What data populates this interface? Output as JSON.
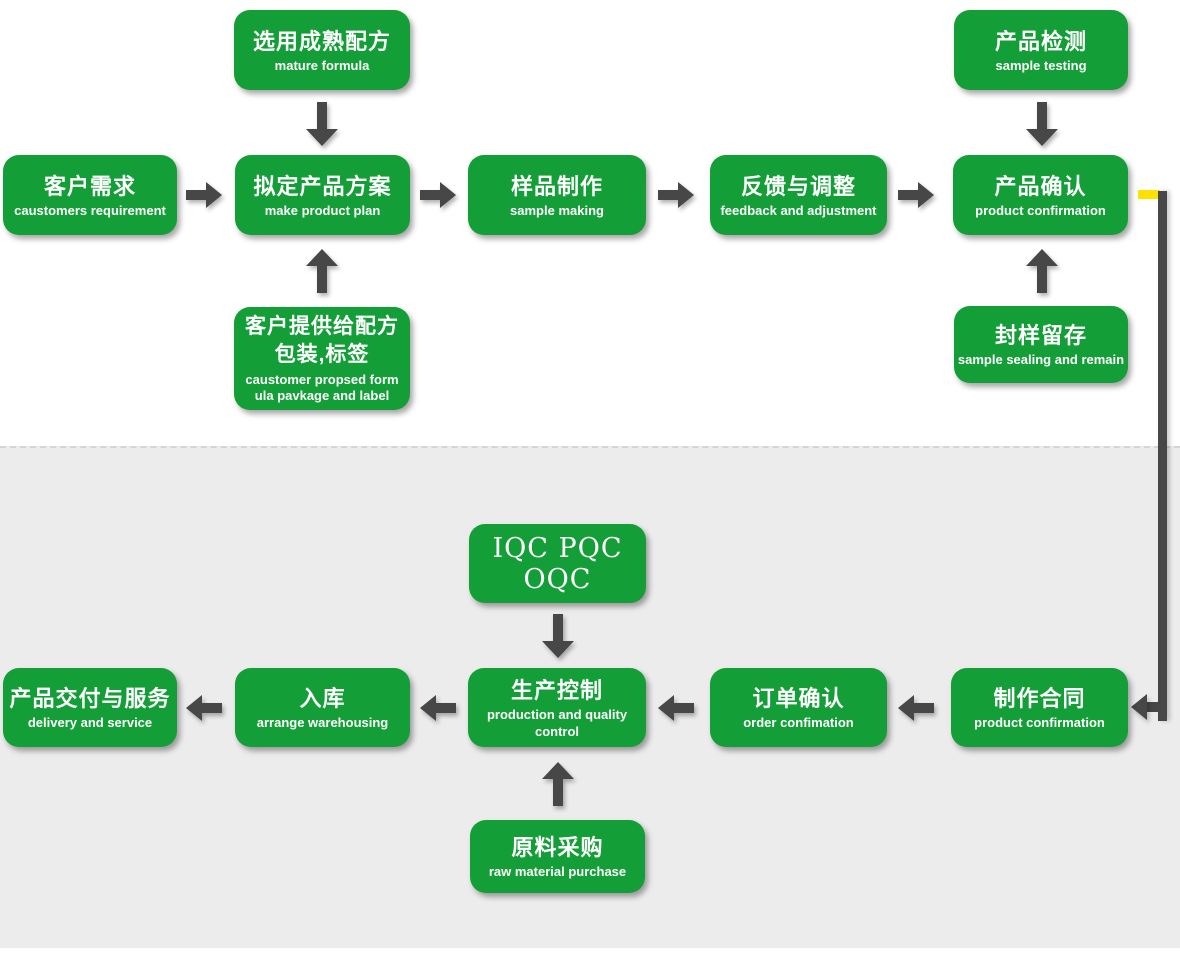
{
  "palette": {
    "green": "#149e38",
    "arrow": "#474747",
    "yellow": "#ffe100",
    "panel": "#ececec"
  },
  "icons": {
    "flow_arrow_right": "block-arrow-right",
    "flow_arrow_left": "block-arrow-left",
    "flow_arrow_down": "block-arrow-down",
    "flow_arrow_up": "block-arrow-up",
    "side_connector": "elbow-arrow-left",
    "highlight_tick": "yellow-dash"
  },
  "nodes": {
    "mature_formula": {
      "zh": "选用成熟配方",
      "en": "mature formula"
    },
    "sample_testing": {
      "zh": "产品检测",
      "en": "sample testing"
    },
    "customer_requirement": {
      "zh": "客户需求",
      "en": "caustomers requirement"
    },
    "product_plan": {
      "zh": "拟定产品方案",
      "en": "make product plan"
    },
    "sample_making": {
      "zh": "样品制作",
      "en": "sample making"
    },
    "feedback_adjustment": {
      "zh": "反馈与调整",
      "en": "feedback and adjustment"
    },
    "product_confirmation": {
      "zh": "产品确认",
      "en": "product confirmation"
    },
    "customer_formula": {
      "zh_line1": "客户提供给配方",
      "zh_line2": "包装,标签",
      "en_line1": "caustomer propsed form",
      "en_line2": "ula pavkage and label"
    },
    "sample_sealing": {
      "zh": "封样留存",
      "en": "sample sealing and remain"
    },
    "iqc": {
      "label": "IQC PQC OQC"
    },
    "delivery_service": {
      "zh": "产品交付与服务",
      "en": "delivery and service"
    },
    "warehousing": {
      "zh": "入库",
      "en": "arrange warehousing"
    },
    "production_control": {
      "zh": "生产控制",
      "en": "production and quality control"
    },
    "order_confirmation": {
      "zh": "订单确认",
      "en": "order confimation"
    },
    "contract": {
      "zh": "制作合同",
      "en": "product confirmation"
    },
    "raw_material": {
      "zh": "原料采购",
      "en": "raw material purchase"
    }
  }
}
